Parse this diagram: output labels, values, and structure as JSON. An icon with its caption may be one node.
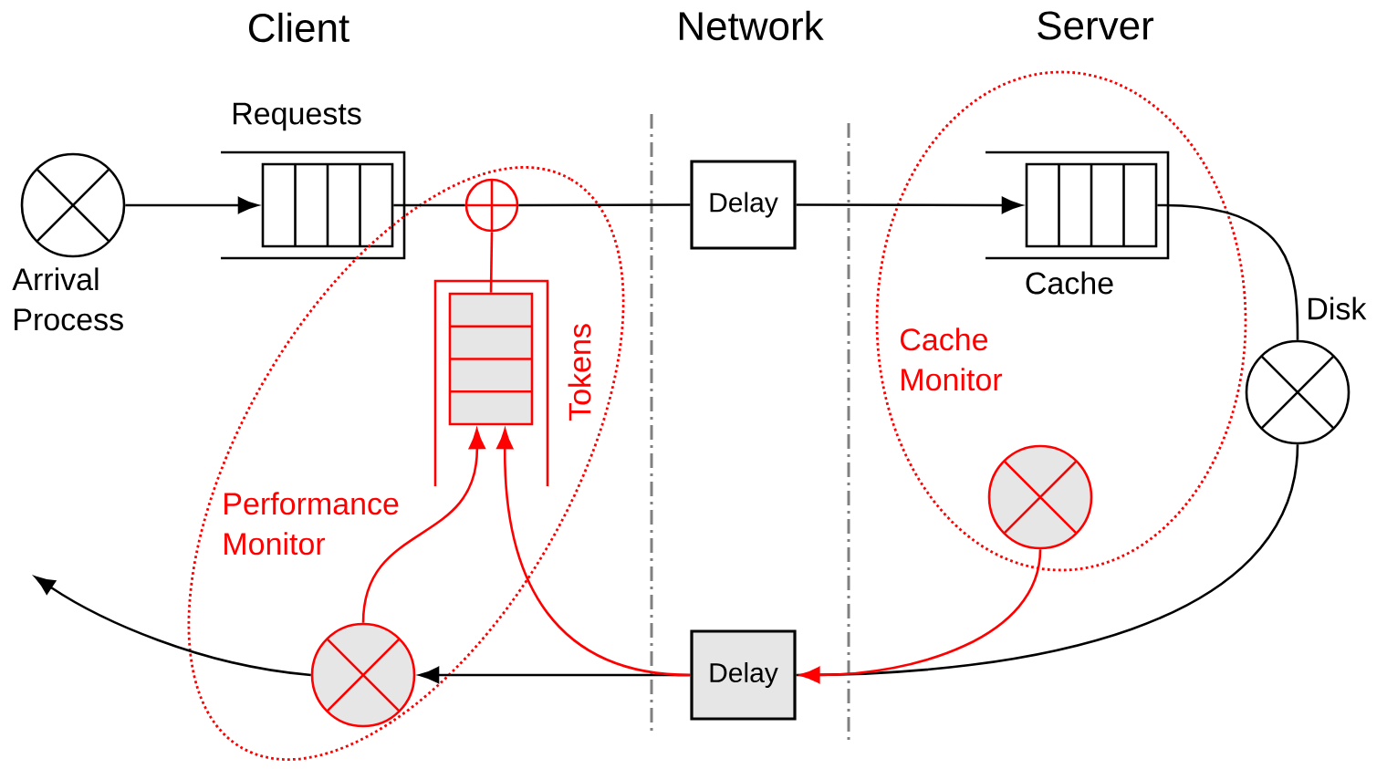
{
  "diagram": {
    "nodes": [
      {
        "text": [],
        "shape": "circle",
        "beside": [
          "Arrival Process"
        ]
      },
      {
        "text": [
          "Requests"
        ]
      },
      {
        "text": [
          "Performance Monitor"
        ]
      },
      {
        "text": [],
        "shape": "circle",
        "in": 2
      },
      {
        "text": [
          "Tokens"
        ],
        "in": 2
      },
      {
        "text": [],
        "shape": "circle",
        "in": 2
      },
      {
        "text": [
          "Delay"
        ]
      },
      {
        "text": [
          "Cache Monitor"
        ]
      },
      {
        "text": [
          "Cache"
        ],
        "in": 7
      },
      {
        "text": [],
        "shape": "circle",
        "in": 7
      },
      {
        "text": [],
        "shape": "circle",
        "beside": [
          "Disk"
        ]
      },
      {
        "text": [
          "Delay"
        ]
      }
    ],
    "edges": [
      {
        "from": 0,
        "to": 1,
        "arrow": "to"
      },
      {
        "from": 1,
        "to": 3,
        "arrow": "none"
      },
      {
        "from": 3,
        "to": 6,
        "arrow": "none"
      },
      {
        "from": 6,
        "to": 8,
        "arrow": "to"
      },
      {
        "from": 8,
        "to": 10,
        "arrow": "none"
      },
      {
        "from": 10,
        "to": 11,
        "arrow": "none"
      },
      {
        "from": 9,
        "to": 11,
        "arrow": "to",
        "color": "#ff0000"
      },
      {
        "from": 11,
        "to": 5,
        "arrow": "to"
      },
      {
        "from": 5,
        "to": null,
        "arrow": "to"
      },
      {
        "from": 11,
        "to": 4,
        "arrow": "to",
        "color": "#ff0000"
      },
      {
        "from": 5,
        "to": 4,
        "arrow": "to",
        "color": "#ff0000"
      },
      {
        "from": 4,
        "to": 3,
        "arrow": "none",
        "color": "#ff0000"
      }
    ],
    "labels": [
      "Client",
      "Network",
      "Server"
    ]
  }
}
